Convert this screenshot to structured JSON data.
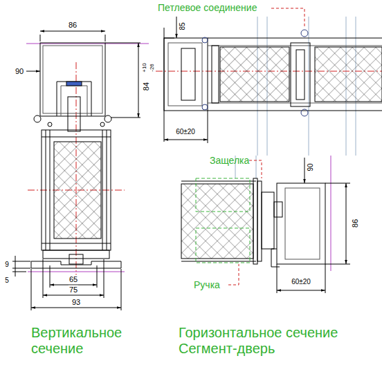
{
  "diagram": {
    "labels": [
      "86",
      "90",
      "84",
      "+10",
      "-26",
      "9",
      "5",
      "65",
      "75",
      "93",
      "Вертикальное сечение",
      "Петлевое соединение",
      "85",
      "60±20",
      "Защелка",
      "90",
      "86",
      "Ручка",
      "60±20",
      "Горизонтальное сечение Сегмент-дверь"
    ]
  }
}
